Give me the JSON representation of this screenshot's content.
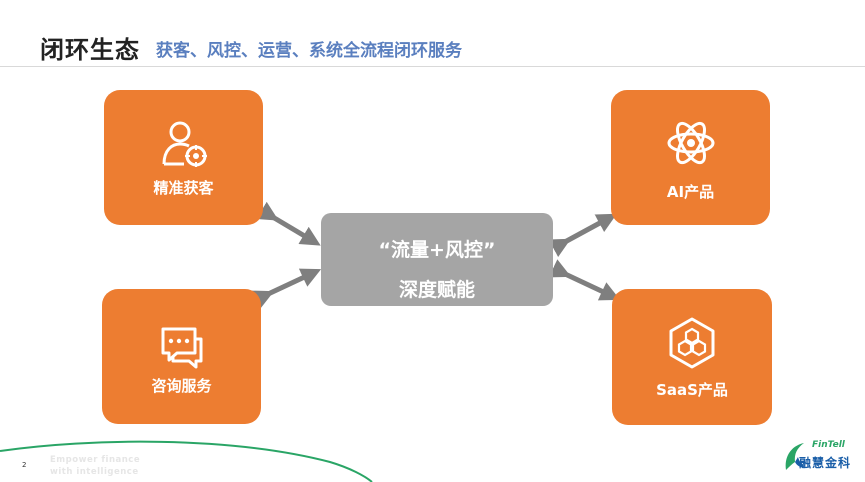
{
  "header": {
    "title": "闭环生态",
    "subtitle": "获客、风控、运营、系统全流程闭环服务"
  },
  "hub": {
    "line1": "“流量+风控”",
    "line2": "深度赋能"
  },
  "cards": [
    {
      "label": "精准获客",
      "icon": "user-target-icon"
    },
    {
      "label": "AI产品",
      "icon": "atom-icon"
    },
    {
      "label": "咨询服务",
      "icon": "chat-icon"
    },
    {
      "label": "SaaS产品",
      "icon": "hexagon-cluster-icon"
    }
  ],
  "colors": {
    "card": "#ed7d31",
    "hub": "#a5a5a5",
    "arrow": "#7f7f7f",
    "subtitle": "#5a7fbf",
    "footer_curve": "#2aa566"
  },
  "footer": {
    "page_number": "2",
    "tagline_line1": "Empower finance",
    "tagline_line2": "with intelligence",
    "brand_en": "FinTell",
    "brand_cn": "融慧金科"
  }
}
